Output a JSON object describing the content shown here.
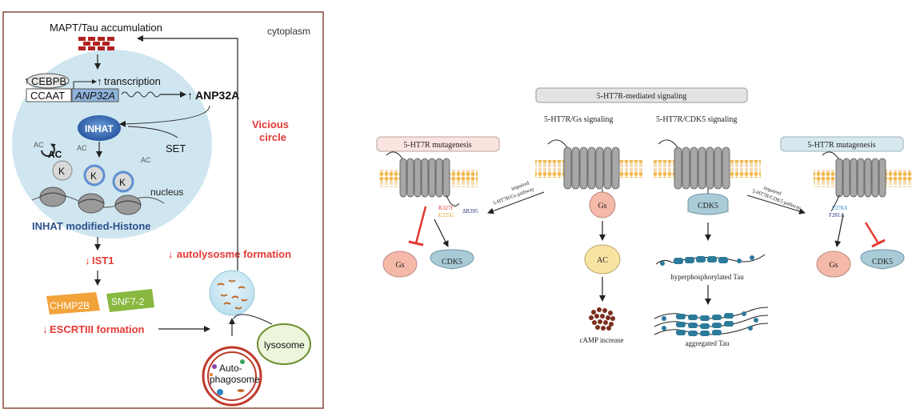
{
  "left_panel": {
    "cytoplasm_label": "cytoplasm",
    "tau_accumulation": "MAPT/Tau accumulation",
    "cebpb": "CEBPB",
    "ccaat": "CCAAT",
    "anp32a_gene": "ANP32A",
    "transcription": "transcription",
    "anp32a_protein": "ANP32A",
    "up_arrow": "↑",
    "down_arrow": "↓",
    "inhat": "INHAT",
    "set": "SET",
    "ac": "AC",
    "k": "K",
    "nucleus": "nucleus",
    "inhat_histone": "INHAT modified-Histone",
    "ist1": "IST1",
    "chmp2b": "CHMP2B",
    "snf7": "SNF7-2",
    "escrt": "ESCRTIII formation",
    "autolysosome": "autolysosme formation",
    "vicious_circle": "Vicious\ncircle",
    "vicious_line1": "Vicious",
    "vicious_line2": "circle",
    "lysosome": "lysosome",
    "autophagosome_line1": "Auto-",
    "autophagosome_line2": "phagosome"
  },
  "right_panel": {
    "header": "5-HT7R-mediated signaling",
    "gs_signaling": "5-HT7R/Gs signaling",
    "cdk5_signaling": "5-HT7R/CDK5 signaling",
    "mutagenesis_left": "5-HT7R mutagenesis",
    "mutagenesis_right": "5-HT7R mutagenesis",
    "impaired_gs_1": "impaired",
    "impaired_gs_2": "5-HT7R/Gs pathway",
    "impaired_cdk5_1": "impaired",
    "impaired_cdk5_2": "5-HT7R/CDK5 pathway",
    "mut_k327": "K327I",
    "mut_e325g": "E325G",
    "mut_dr395": "ΔR395",
    "mut_f278a": "F278A",
    "mut_f281a": "F281A",
    "gs": "Gs",
    "cdk5": "CDK5",
    "ac": "AC",
    "camp": "cAMP increase",
    "hyper_tau": "hyperphosphorylated Tau",
    "agg_tau": "aggregated Tau"
  },
  "colors": {
    "red_text": "#e53935",
    "blue_text": "#2e4f8e",
    "nucleus_fill": "#cfe6f0",
    "gs_fill": "#f4b9a8",
    "cdk5_fill": "#a9cbd8",
    "ac_fill": "#f7e3a2",
    "receptor_grey": "#a7a7a7",
    "pink_box": "#fbe3df",
    "blue_box": "#d7e8ef"
  }
}
